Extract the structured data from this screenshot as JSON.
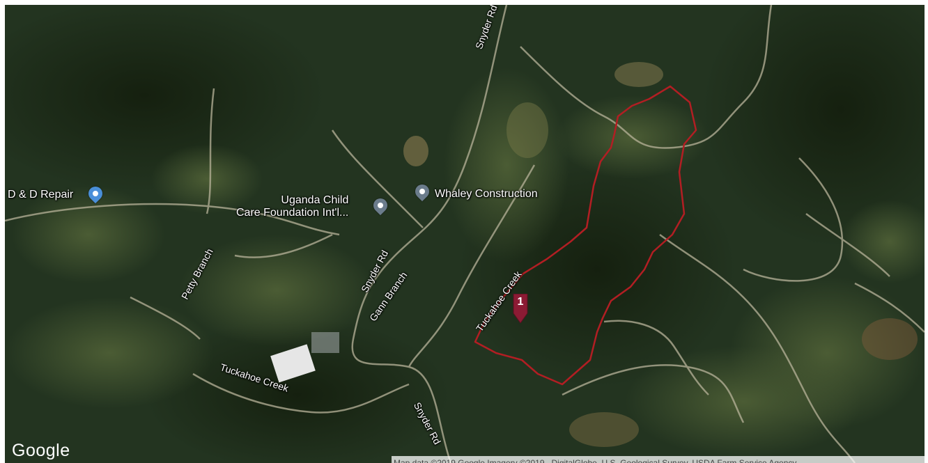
{
  "map": {
    "type": "satellite",
    "provider_logo": "Google",
    "attribution": "Map data ©2019 Google Imagery ©2019 , DigitalGlobe, U.S. Geological Survey, USDA Farm Service Agency",
    "colors": {
      "forest": "#24361e",
      "field": "#5b6b3f",
      "boundary": "#b21e23",
      "marker": "#8c1b34",
      "pin_blue": "#4a8fd9",
      "pin_gray": "#6b7c8c"
    }
  },
  "places": {
    "dd_repair": "D & D Repair",
    "uganda_line1": "Uganda Child",
    "uganda_line2": "Care Foundation Int'l...",
    "whaley": "Whaley Construction"
  },
  "roads": {
    "snyder_top": "Snyder Rd",
    "snyder_mid": "Snyder Rd",
    "snyder_bottom": "Snyder Rd",
    "gann_branch": "Gann Branch",
    "petty_branch": "Petty Branch",
    "tuckahoe_creek_1": "Tuckahoe Creek",
    "tuckahoe_creek_2": "Tuckahoe Creek"
  },
  "marker": {
    "label": "1"
  }
}
